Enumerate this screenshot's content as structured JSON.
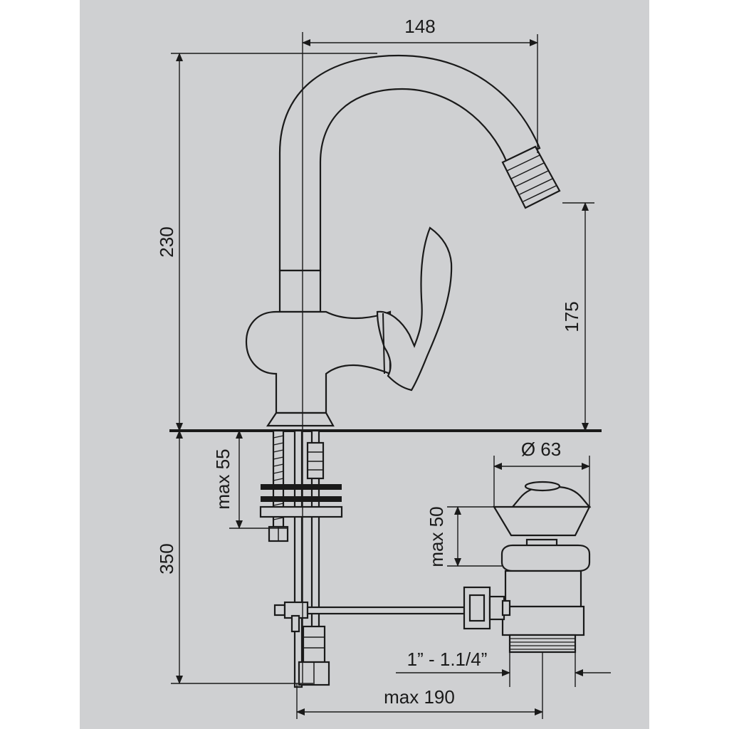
{
  "dimensions": {
    "top_width": "148",
    "total_height": "230",
    "spout_height": "175",
    "below_height": "350",
    "max_thickness": "max 55",
    "waste_diameter": "Ø 63",
    "waste_max": "max 50",
    "thread": "1” - 1.1/4”",
    "max_reach": "max 190"
  },
  "colors": {
    "background": "#cfd0d2",
    "line": "#1a1a1a"
  }
}
